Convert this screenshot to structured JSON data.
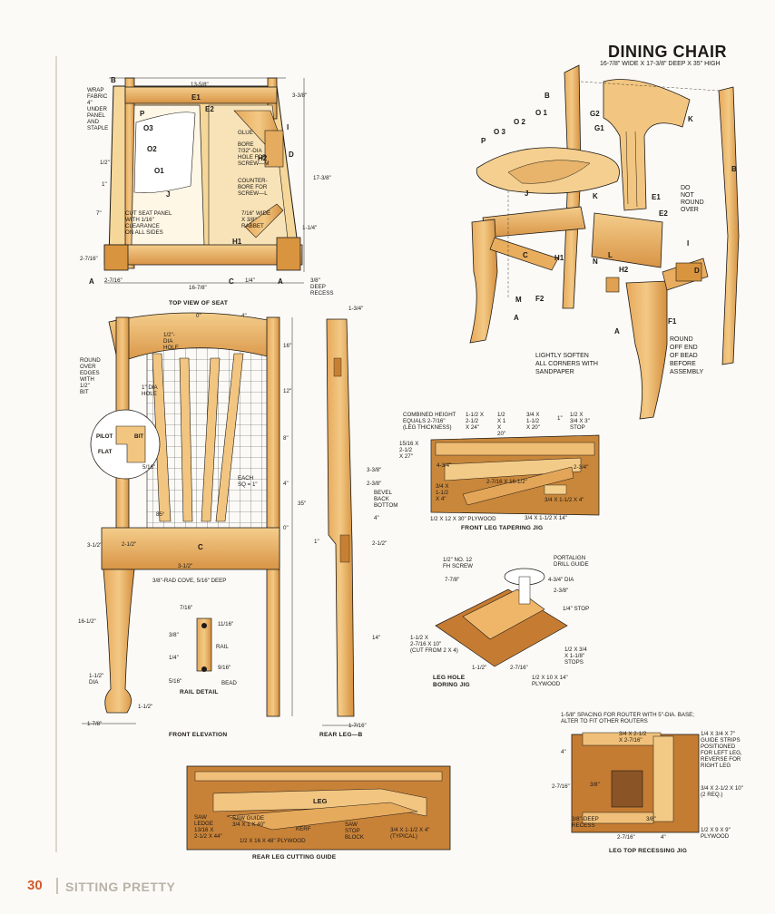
{
  "header": {
    "title": "DINING CHAIR",
    "dimensions": "16-7/8\" WIDE X 17-3/8\" DEEP X 35\" HIGH"
  },
  "captions": {
    "top_view": "TOP VIEW OF SEAT",
    "front_elev": "FRONT ELEVATION",
    "rear_leg": "REAR LEG—B",
    "rail_detail": "RAIL DETAIL",
    "front_jig": "FRONT LEG TAPERING JIG",
    "hole_jig": "LEG HOLE\nBORING JIG",
    "rear_guide": "REAR LEG CUTTING GUIDE",
    "top_recess_jig": "LEG TOP RECESSING JIG"
  },
  "footer": {
    "page_number": "30",
    "section": "SITTING PRETTY"
  },
  "exploded": {
    "labels": [
      "B",
      "G2",
      "K",
      "G1",
      "O 1",
      "O 2",
      "O 3",
      "P",
      "B",
      "J",
      "K",
      "E1",
      "E2",
      "DO\nNOT\nROUND\nOVER",
      "H1",
      "C",
      "N",
      "L",
      "H2",
      "I",
      "D",
      "F2",
      "M",
      "F1",
      "A",
      "A"
    ],
    "note_soften": "LIGHTLY SOFTEN\nALL CORNERS WITH\nSANDPAPER",
    "note_round": "ROUND\nOFF END\nOF BEAD\nBEFORE\nASSEMBLY"
  },
  "top_view": {
    "labels": [
      "B",
      "E1",
      "E2",
      "P",
      "O3",
      "O2",
      "O1",
      "J",
      "D",
      "I",
      "H2",
      "H1",
      "A",
      "C",
      "A",
      "GLUE"
    ],
    "notes": {
      "wrap": "WRAP\nFABRIC\n4\"\nUNDER\nPANEL\nAND\nSTAPLE",
      "bore": "BORE\n7/32\"-DIA\nHOLE FOR\nSCREW—M",
      "counterbore": "COUNTER-\nBORE FOR\nSCREW—L",
      "cut_panel": "CUT SEAT PANEL\nWITH 1/16\"\nCLEARANCE\nON ALL SIDES",
      "rabbet": "7/16\" WIDE\nX 3/8\"\nRABBET",
      "deep_recess": "3/8\"\nDEEP\nRECESS"
    },
    "dims": [
      "13-5/8\"",
      "3-3/8\"",
      "1/2\"",
      "1\"",
      "17-3/8\"",
      "7\"",
      "1-1/4\"",
      "2-7/16\"",
      "2-7/16\"",
      "1/4\"",
      "16-7/8\""
    ]
  },
  "front_elevation": {
    "notes": {
      "round_edges": "ROUND\nOVER\nEDGES\nWITH\n1/2\"\nBIT",
      "hole_half": "1/2\"-\nDIA\nHOLE",
      "hole_one": "1\" DIA\nHOLE",
      "each_sq": "EACH\nSQ = 1\"",
      "cove": "3/8\"-RAD COVE, 5/16\" DEEP"
    },
    "bit": {
      "pilot": "PILOT",
      "bit": "BIT",
      "flat": "FLAT",
      "dim": "5/16\""
    },
    "dims": [
      "0\"",
      "4\"",
      "16\"",
      "12\"",
      "8\"",
      "4\"",
      "0\"",
      "35\"",
      "85°",
      "2-1/2\"",
      "3-1/2\"",
      "3-1/2\"",
      "16-1/2\"",
      "1-1/2\"\nDIA",
      "1-1/2\"",
      "1-7/8\"",
      "C"
    ]
  },
  "rail_detail": {
    "labels": [
      "7/16\"",
      "11/16\"",
      "3/8\"",
      "RAIL",
      "1/4\"",
      "5/16\"",
      "BEAD",
      "9/16\""
    ]
  },
  "rear_leg": {
    "dims": [
      "1-3/4\"",
      "3-3/8\"",
      "2-3/8\"",
      "4\"",
      "1\"",
      "2-1/2\"",
      "14\"",
      "1-7/16\""
    ],
    "bevel": "BEVEL\nBACK\nBOTTOM"
  },
  "front_leg_jig": {
    "notes": [
      "COMBINED HEIGHT\nEQUALS 2-7/16\"\n(LEG THICKNESS)",
      "1-1/2 X\n2-1/2\nX 24\"",
      "1/2\nX 1\nX\n20\"",
      "3/4 X\n1-1/2\nX 20\"",
      "1\"",
      "1/2 X\n3/4 X 3\"\nSTOP",
      "15/16 x\n2-1/2\nx 27\"",
      "4-3/4\"",
      "2-3/4\"",
      "2-7/16 X 16-1/2\"",
      "3/4 X\n1-1/2\nX 4\"",
      "3/4 X 1-1/2 X 4\"",
      "1/2 X 12 X 30\" PLYWOOD",
      "3/4 X 1-1/2 X 14\""
    ]
  },
  "hole_jig": {
    "notes": [
      "1/2\" NO. 12\nFH SCREW",
      "PORTALIGN\nDRILL GUIDE",
      "7-7/8\"",
      "4-3/4\" DIA",
      "2-3/8\"",
      "1/4\" STOP",
      "1-1/2 X\n2-7/16 X 10\"\n(CUT FROM 2 X 4)",
      "1/2 X 3/4\nX 1-1/8\"\nSTOPS",
      "1-1/2\"",
      "2-7/16\"",
      "1/2 X 10 X 14\"\nPLYWOOD"
    ]
  },
  "rear_guide": {
    "labels": [
      "LEG",
      "SAW\nLEDGE\n13/16 X\n2-1/2 X 44\"",
      "SAW GUIDE\n3/4 X 1 X 40\"",
      "KERF",
      "SAW\nSTOP\nBLOCK",
      "3/4 X 1-1/2 X 4\"\n(TYPICAL)",
      "1/2 X 16 X 48\" PLYWOOD"
    ]
  },
  "recess_jig": {
    "notes": [
      "1-5/8\" SPACING FOR ROUTER WITH 5\"-DIA. BASE;\nALTER TO FIT OTHER ROUTERS",
      "3/4 X 2-1/2\nX 2-7/16\"",
      "1/4 X 3/4 X 7\"\nGUIDE STRIPS\nPOSITIONED\nFOR LEFT LEG,\nREVERSE FOR\nRIGHT LEG",
      "4\"",
      "3/8\"",
      "2-7/16\"",
      "3/4 X 2-1/2 X 10\"\n(2 REQ.)",
      "3/8\"-DEEP\nRECESS",
      "3/8\"",
      "2-7/16\"",
      "4\"",
      "1/2 X 9 X 9\"\nPLYWOOD"
    ]
  },
  "colors": {
    "wood_light": "#f1c27a",
    "wood_mid": "#e0a04f",
    "wood_dark": "#b8702a",
    "ink": "#1d1a16",
    "page": "#fbfaf6"
  }
}
